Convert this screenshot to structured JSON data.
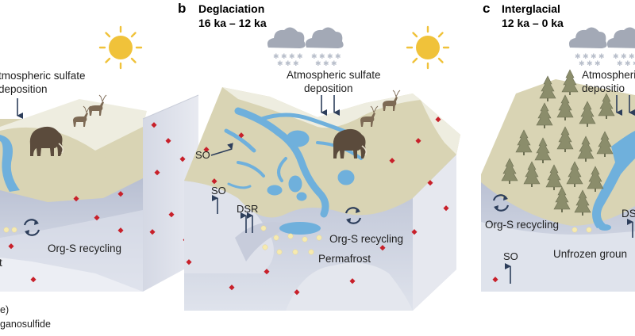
{
  "panels": {
    "a": {
      "sulfate_line1": "tmospheric sulfate",
      "sulfate_line2": "deposition",
      "recycling": "Org-S recycling",
      "permafrost_fragment": "t"
    },
    "b": {
      "letter": "b",
      "title": "Deglaciation",
      "subtitle": "16 ka – 12 ka",
      "sulfate_line1": "Atmospheric sulfate",
      "sulfate_line2": "deposition",
      "so_upper": "SO",
      "so_lower": "SO",
      "dsr": "DSR",
      "recycling": "Org-S recycling",
      "permafrost": "Permafrost"
    },
    "c": {
      "letter": "c",
      "title": "Interglacial",
      "subtitle": "12 ka – 0 ka",
      "sulfate_line1": "Atmospheric",
      "sulfate_line2": "depositio",
      "recycling": "Org-S recycling",
      "dsr_fragment": "DS",
      "so": "SO",
      "unfrozen": "Unfrozen groun"
    }
  },
  "legend": {
    "line1": "e)",
    "line2": "ganosulfide"
  },
  "colors": {
    "land": "#d9d4b4",
    "water": "#6fb0dc",
    "ground": "#cfd4e2",
    "ground_dark": "#aab1c6",
    "snow": "#eeede0",
    "sun": "#f0c23a",
    "cloud": "#a3a9b6",
    "dot_red": "#c8202a",
    "dot_yellow": "#f6eab0",
    "tree": "#8a8c6a",
    "arrow": "#2d3e5b"
  },
  "icons": [
    "sun-icon",
    "cloud-icon",
    "mammoth-icon",
    "reindeer-icon",
    "tree-icon",
    "recycle-icon"
  ]
}
